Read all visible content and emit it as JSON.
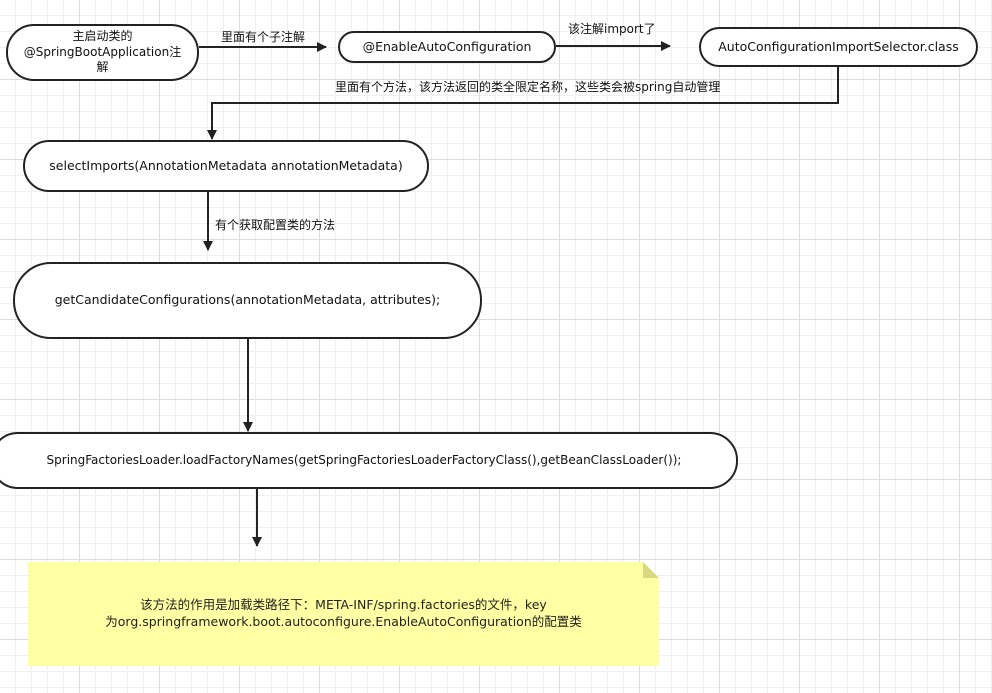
{
  "nodes": {
    "main_class": "主启动类的@SpringBootApplication注解",
    "enable_auto_config": "@EnableAutoConfiguration",
    "import_selector": "AutoConfigurationImportSelector.class",
    "select_imports": "selectImports(AnnotationMetadata annotationMetadata)",
    "get_candidate": "getCandidateConfigurations(annotationMetadata, attributes);",
    "load_factory_names": "SpringFactoriesLoader.loadFactoryNames(getSpringFactoriesLoaderFactoryClass(),getBeanClassLoader());"
  },
  "edges": {
    "has_sub_annotation": "里面有个子注解",
    "annotation_imports": "该注解import了",
    "method_returns": "里面有个方法，该方法返回的类全限定名称，这些类会被spring自动管理",
    "get_config_method": "有个获取配置类的方法"
  },
  "note": {
    "line1": "该方法的作用是加载类路径下：META-INF/spring.factories的文件，key",
    "line2": "为org.springframework.boot.autoconfigure.EnableAutoConfiguration的配置类"
  },
  "colors": {
    "stroke": "#222222",
    "note_bg": "#ffffa3"
  }
}
